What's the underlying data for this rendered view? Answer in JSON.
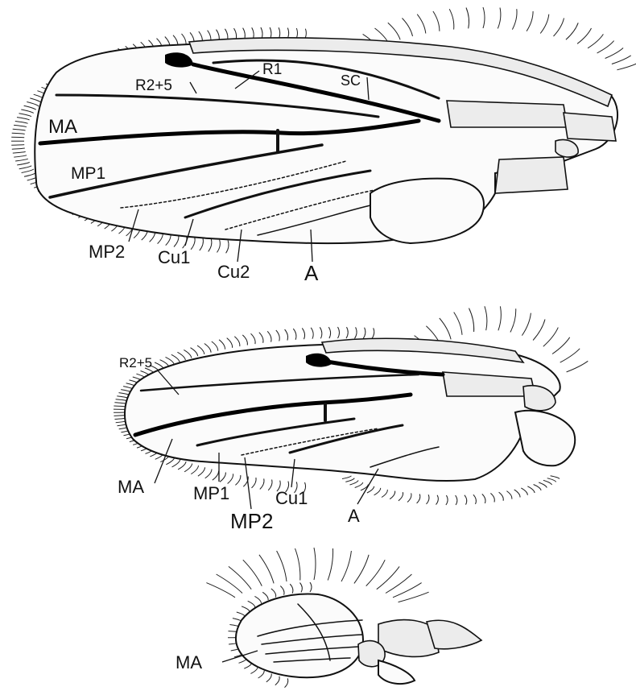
{
  "figure": {
    "wings": [
      {
        "id": "wing-1",
        "labels": {
          "r1": "R1",
          "sc": "SC",
          "r2_5": "R2+5",
          "ma": "MA",
          "mp1": "MP1",
          "mp2": "MP2",
          "cu1": "Cu1",
          "cu2": "Cu2",
          "a": "A"
        }
      },
      {
        "id": "wing-2",
        "labels": {
          "r2_5": "R2+5",
          "ma": "MA",
          "mp1": "MP1",
          "mp2": "MP2",
          "cu1": "Cu1",
          "a": "A"
        }
      },
      {
        "id": "wing-3",
        "labels": {
          "ma": "MA"
        }
      }
    ]
  }
}
